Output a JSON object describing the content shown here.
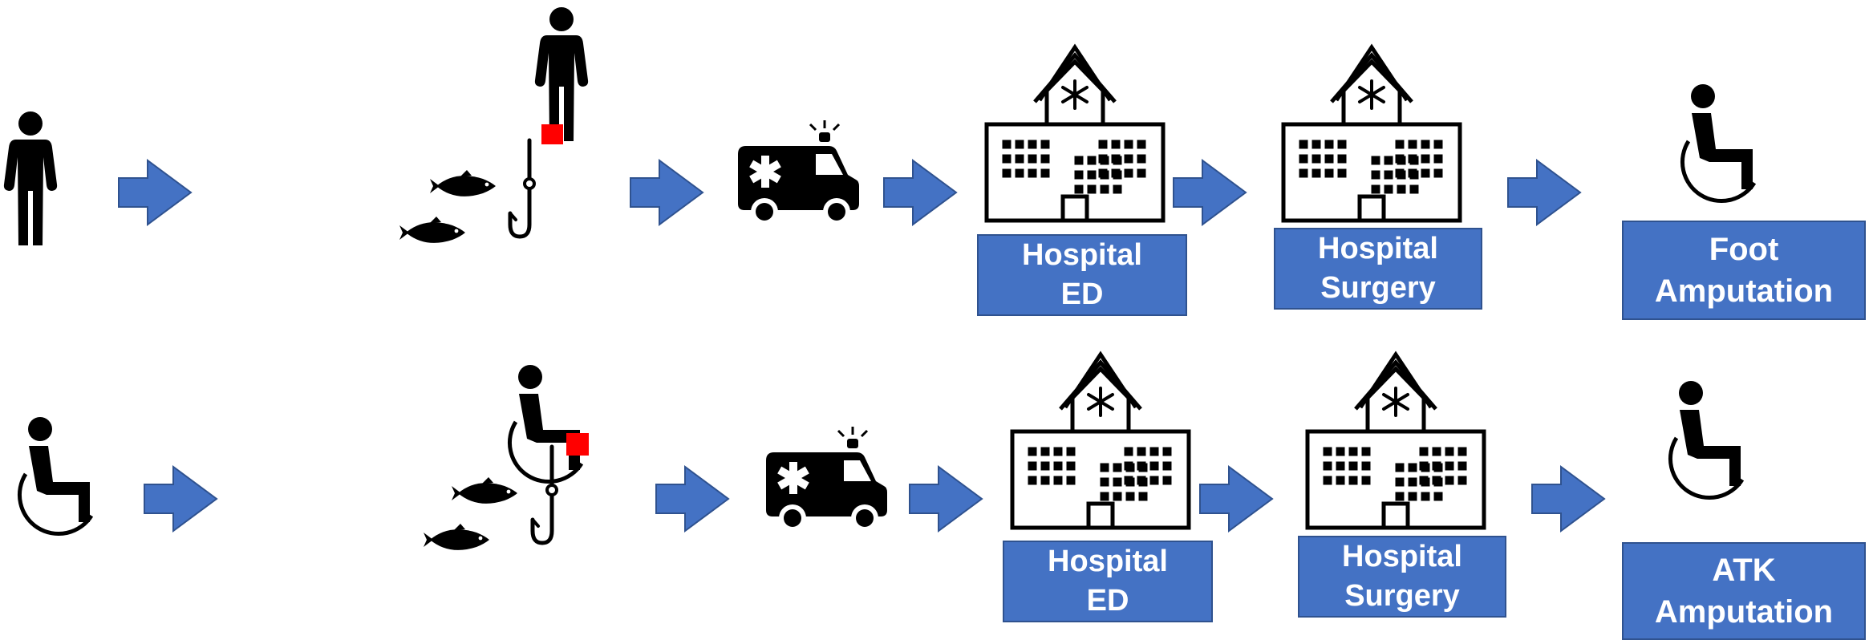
{
  "colors": {
    "arrow_fill": "#4472C4",
    "arrow_stroke": "#2F528F",
    "box_fill": "#4472C4",
    "box_text": "#FFFFFF",
    "icon": "#000000",
    "injury_marker": "#FF0000"
  },
  "rows": [
    {
      "start_icon": "person-standing-icon",
      "event_icon": "person-with-foot-injury-icon",
      "transport_icon": "ambulance-icon",
      "steps": [
        {
          "icon": "hospital-icon",
          "label_line1": "Hospital",
          "label_line2": "ED"
        },
        {
          "icon": "hospital-icon",
          "label_line1": "Hospital",
          "label_line2": "Surgery"
        },
        {
          "icon": "wheelchair-user-icon",
          "label_line1": "Foot",
          "label_line2": "Amputation"
        }
      ]
    },
    {
      "start_icon": "wheelchair-user-icon",
      "event_icon": "wheelchair-user-with-leg-injury-icon",
      "transport_icon": "ambulance-icon",
      "steps": [
        {
          "icon": "hospital-icon",
          "label_line1": "Hospital",
          "label_line2": "ED"
        },
        {
          "icon": "hospital-icon",
          "label_line1": "Hospital",
          "label_line2": "Surgery"
        },
        {
          "icon": "wheelchair-user-icon",
          "label_line1": "ATK",
          "label_line2": "Amputation"
        }
      ]
    }
  ]
}
